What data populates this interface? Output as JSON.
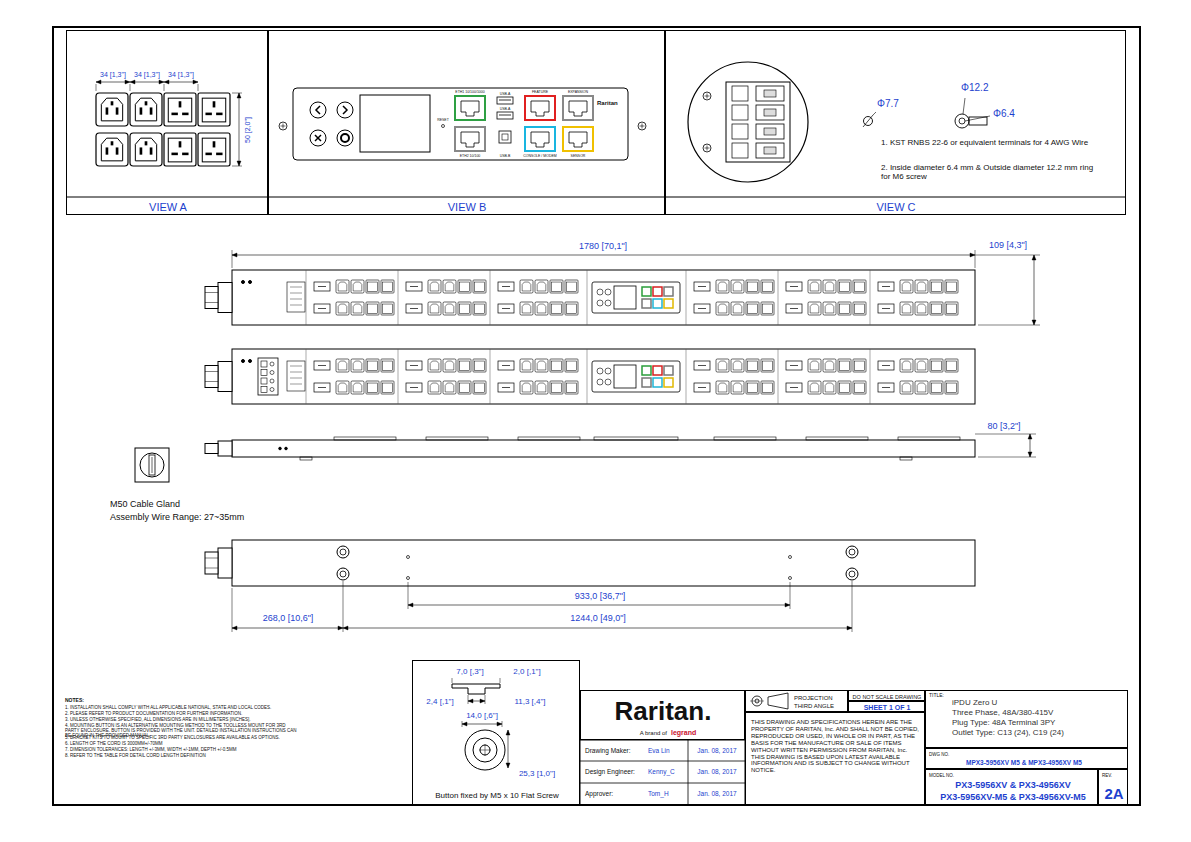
{
  "diagram": {
    "nodes": [
      {
        "text": [
          "VIEW A"
        ]
      },
      {
        "text": [
          "VIEW B"
        ]
      },
      {
        "text": [
          "VIEW C",
          "1. KST RNBS 22-6 or equivalent terminals for 4 AWG Wire",
          "2. Inside diameter 6.4 mm & Outside diameter 12.2 mm ring for M6 screw"
        ]
      },
      {
        "text": [
          "Button fixed by M5 x 10 Flat Screw"
        ]
      },
      {
        "text": [
          "Raritan.",
          "A brand of",
          "legrand"
        ]
      },
      {
        "text": [
          "PROJECTION",
          "THIRD ANGLE"
        ]
      },
      {
        "text": [
          "DO NOT SCALE DRAWING"
        ]
      },
      {
        "text": [
          "SHEET 1 OF 1"
        ]
      },
      {
        "text": [
          "THIS DRAWING AND SPECIFICATIONS HEREIN ARE THE PROPERTY OF RARITAN, Inc. AND SHALL NOT BE COPIED, REPRODUCED OR USED, IN WHOLE OR IN PART, AS THE BASIS FOR THE MANUFACTURE OR SALE OF ITEMS WITHOUT WRITTEN PERMISSION FROM RARITAN, Inc. THIS DRAWING IS BASED UPON LATEST AVAILABLE INFORMATION AND IS SUBJECT TO CHANGE WITHOUT NOTICE."
        ]
      },
      {
        "text": [
          "TITLE:",
          "iPDU Zero U",
          "Three Phase, 48A/380-415V",
          "Plug Type: 48A Terminal 3PY",
          "Outlet Type: C13 (24), C19 (24)"
        ]
      },
      {
        "text": [
          "DWG NO.",
          "MPX3-5956XV M5 & MPX3-4956XV M5"
        ]
      },
      {
        "text": [
          "MODEL NO.",
          "PX3-5956XV & PX3-4956XV",
          "PX3-5956XV-M5 & PX3-4956XV-M5"
        ]
      },
      {
        "text": [
          "REV.",
          "2A"
        ]
      }
    ],
    "labels": [
      "34 [1,3\"]",
      "34 [1,3\"]",
      "34 [1,3\"]",
      "50 [2,0\"]",
      "RESET",
      "ETH1 10/100/1000",
      "ETH2 10/100",
      "USB-A",
      "USB-A",
      "USB-B",
      "FEATURE",
      "EXPANSION",
      "CONSOLE / MODEM",
      "SENSOR",
      "Raritan",
      "Φ7.7",
      "Φ12.2",
      "Φ6.4",
      "1780 [70,1\"]",
      "109 [4,3\"]",
      "80 [3,2\"]",
      "M50 Cable Gland",
      "Assembly Wire Range: 27~35mm",
      "933,0 [36,7\"]",
      "268,0 [10,6\"]",
      "1244,0 [49,0\"]",
      "7,0 [,3\"]",
      "2,0 [,1\"]",
      "2,4 [,1\"]",
      "11,3 [,4\"]",
      "14,0 [,6\"]",
      "25,3 [1,0\"]",
      "NOTES:",
      "1. INSTALLATION SHALL COMPLY WITH ALL APPLICABLE NATIONAL, STATE AND LOCAL CODES.",
      "2. PLEASE REFER TO PRODUCT DOCUMENTATION FOR FURTHER INFORMATION.",
      "3. UNLESS OTHERWISE SPECIFIED, ALL DIMENSIONS ARE IN MILLIMETERS [INCHES].",
      "4. MOUNTING BUTTON IS AN ALTERNATIVE MOUNTING METHOD TO THE TOOLLESS MOUNT FOR 3RD PARTY ENCLOSURE. BUTTON IS PROVIDED WITH THE UNIT. DETAILED INSTALLATION INSTRUCTIONS CAN BE FOUND IN THE PROVIDED MANUAL.",
      "5. BRACKET KITS TO MOUNT TO SPECIFIC 3RD PARTY ENCLOSURES ARE AVAILABLE AS OPTIONS.",
      "6. LENGTH OF THE CORD IS 3000MM+/-70MM",
      "7. DIMENSION TOLERANCES: LENGTH +/-3MM, WIDTH +/-1MM, DEPTH +/-0.5MM",
      "8. REFER TO THE TABLE FOR DETAIL CORD LENGTH DEFINITION",
      "Drawing Maker:",
      "Eva Lin",
      "Jan. 08, 2017",
      "Design Engineer:",
      "Kenny_C",
      "Jan. 08, 2017",
      "Approver:",
      "Tom_H",
      "Jan. 08, 2017"
    ]
  }
}
